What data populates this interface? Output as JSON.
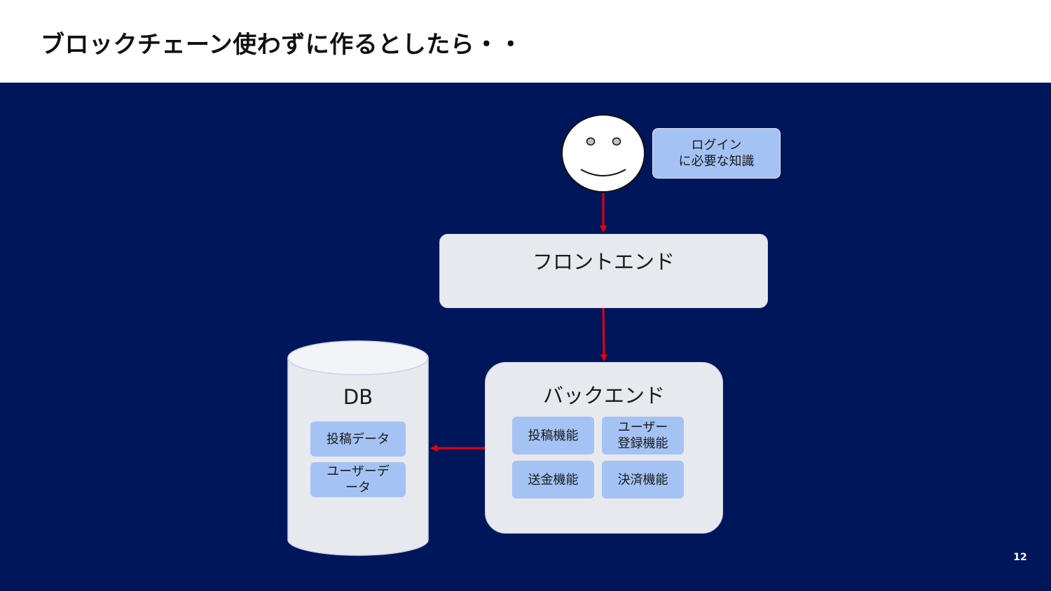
{
  "slide": {
    "title": "ブロックチェーン使わずに作るとしたら・・",
    "page_number": "12"
  },
  "diagram": {
    "user_note": "ログイン\nに必要な知識",
    "frontend": "フロントエンド",
    "backend": {
      "label": "バックエンド",
      "functions": [
        "投稿機能",
        "ユーザー\n登録機能",
        "送金機能",
        "決済機能"
      ]
    },
    "database": {
      "label": "DB",
      "items": [
        "投稿データ",
        "ユーザーデ\nータ"
      ]
    }
  },
  "colors": {
    "background": "#00165a",
    "box": "#e8e9ef",
    "pill": "#a4c2f4",
    "arrow": "#e8000b"
  }
}
